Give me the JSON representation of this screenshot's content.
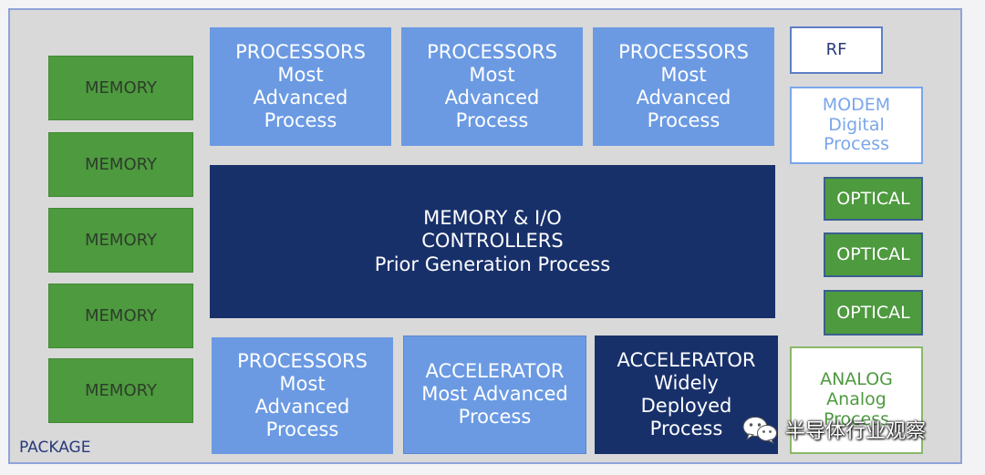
{
  "package_label": "PACKAGE",
  "memory": [
    "MEMORY",
    "MEMORY",
    "MEMORY",
    "MEMORY",
    "MEMORY"
  ],
  "processors_top": [
    {
      "lines": [
        "PROCESSORS",
        "Most",
        "Advanced",
        "Process"
      ]
    },
    {
      "lines": [
        "PROCESSORS",
        "Most",
        "Advanced",
        "Process"
      ]
    },
    {
      "lines": [
        "PROCESSORS",
        "Most",
        "Advanced",
        "Process"
      ]
    }
  ],
  "controller": {
    "lines": [
      "MEMORY & I/O",
      "CONTROLLERS",
      "Prior Generation Process"
    ]
  },
  "bottom": {
    "processor": {
      "lines": [
        "PROCESSORS",
        "Most",
        "Advanced",
        "Process"
      ]
    },
    "accelerator_adv": {
      "lines": [
        "ACCELERATOR",
        "Most Advanced",
        "Process"
      ]
    },
    "accelerator_wide": {
      "lines": [
        "ACCELERATOR",
        "Widely",
        "Deployed",
        "Process"
      ]
    }
  },
  "rf": "RF",
  "modem": {
    "lines": [
      "MODEM",
      "Digital",
      "Process"
    ]
  },
  "optical": [
    "OPTICAL",
    "OPTICAL",
    "OPTICAL"
  ],
  "analog": {
    "lines": [
      "ANALOG",
      "Analog",
      "Process"
    ]
  },
  "watermark": "半导体行业观察",
  "colors": {
    "memory_green": "#4e9a3f",
    "processor_blue": "#6b9ae3",
    "controller_navy": "#18306a",
    "package_gray": "#d9d9d9"
  }
}
